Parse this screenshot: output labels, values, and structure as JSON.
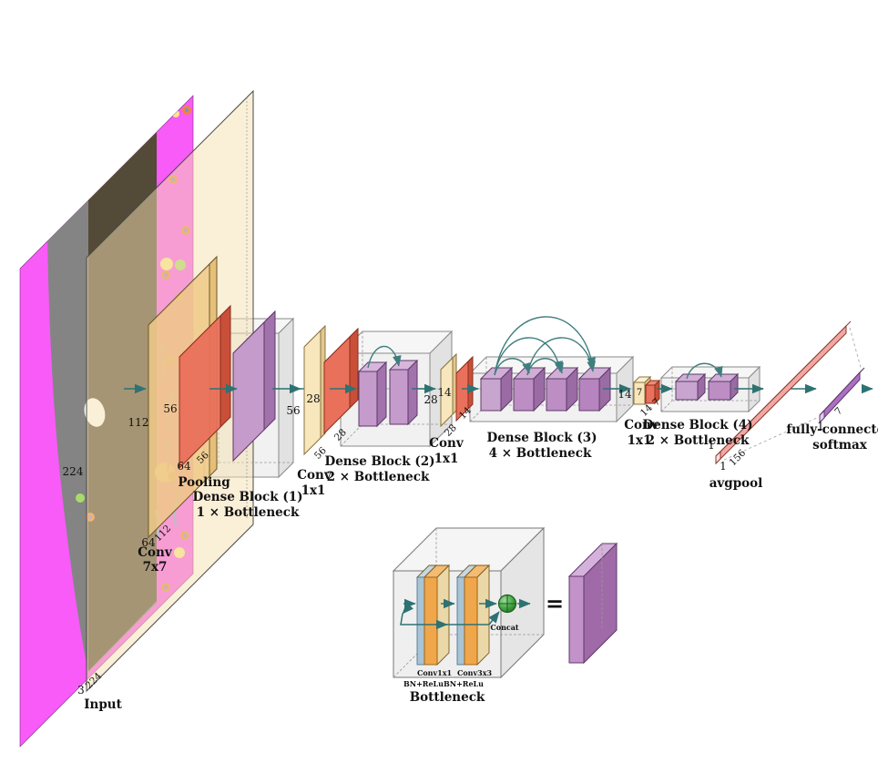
{
  "figure": {
    "type": "neural-network-architecture",
    "model": "DenseNet-style CNN with bottleneck dense blocks",
    "flow": [
      "Input 224x224x3",
      "Conv 7x7 112x112x64",
      "Pooling 56x56x64",
      "Dense Block (1) 1 x Bottleneck",
      "Conv 1x1 + pool 28",
      "Dense Block (2) 2 x Bottleneck",
      "Conv 1x1 + pool 14",
      "Dense Block (3) 4 x Bottleneck",
      "Conv 1x1 + pool 7",
      "Dense Block (4) 2 x Bottleneck",
      "avgpool 1x1x156",
      "fully-connected softmax 1x7"
    ]
  },
  "labels": {
    "input_h": "224",
    "input_d": "3",
    "input_w": "224",
    "input_name": "Input",
    "conv7_h": "112",
    "conv7_w": "64",
    "conv7_d": "112",
    "conv7_l1": "Conv",
    "conv7_l2": "7x7",
    "pool_h": "56",
    "pool_w": "64",
    "pool_d": "56",
    "pool_name": "Pooling",
    "db1_out": "56",
    "db1_l1": "Dense Block (1)",
    "db1_l2": "1 × Bottleneck",
    "c1a_out": "28",
    "c1a_d": "56",
    "c1a_l1": "Conv",
    "c1a_l2": "1x1",
    "red1_d": "28",
    "db2_l1": "Dense Block (2)",
    "db2_l2": "2 × Bottleneck",
    "db2_out": "28",
    "c1b_out": "14",
    "c1b_d": "28",
    "c1b_l1": "Conv",
    "c1b_l2": "1x1",
    "red2_d": "14",
    "db3_l1": "Dense Block (3)",
    "db3_l2": "4 × Bottleneck",
    "db3_out": "14",
    "c1c_out": "7",
    "c1c_d": "14",
    "c1c_l1": "Conv",
    "c1c_l2": "1x1",
    "red3_d": "7",
    "db4_l1": "Dense Block (4)",
    "db4_l2": "2 × Bottleneck",
    "avg_1a": "1",
    "avg_1b": "1",
    "avg_c": "156",
    "avg_name": "avgpool",
    "fc_1": "1",
    "fc_c": "7",
    "fc_l1": "fully-connected",
    "fc_l2": "softmax",
    "lg_conv1": "Conv1x1",
    "lg_conv3": "Conv3x3",
    "lg_bn1": "BN+ReLu",
    "lg_bn2": "BN+ReLu",
    "lg_concat": "Concat",
    "lg_eq": "=",
    "lg_title": "Bottleneck"
  },
  "colors": {
    "arrow": "#2E7272",
    "arc": "#407E7E",
    "tan_plane": "#F6DFAF",
    "conv_slab": "#EFC987",
    "yellow_slab": "#F8E6BC",
    "red_slab": "#E9705B",
    "purple_front": "#C49BCB",
    "gray_box": "#ECECEC",
    "photo_magenta": "#F85BF8",
    "photo_gray": "#848484",
    "avgpool_bar": "#F2A7A3",
    "fc_bar": "#AC6FC2",
    "legend_orange": "#F0A64B",
    "legend_blue": "#A9C4D4",
    "concat_green": "#3E9A3E"
  }
}
